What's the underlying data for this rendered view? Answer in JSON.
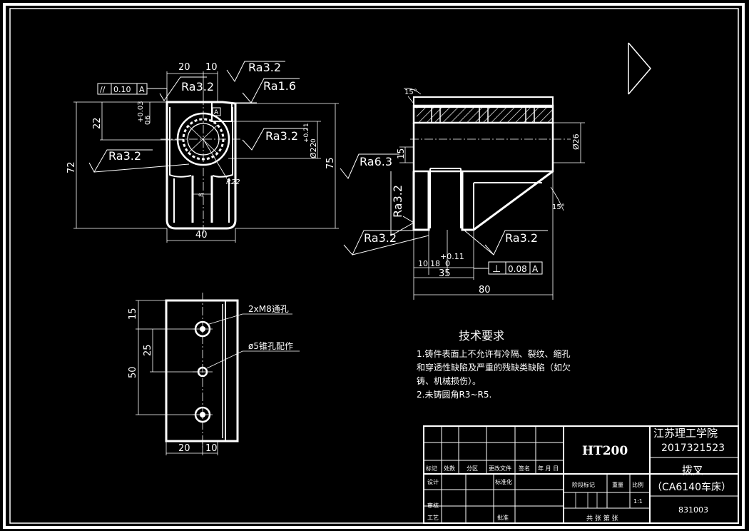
{
  "front_view": {
    "dim_top_20": "20",
    "dim_top_10": "10",
    "dim_72": "72",
    "dim_22": "22",
    "dim_tol_plus": "+0.03",
    "dim_tol_zero": "0",
    "dim_tol_6": "6",
    "dim_bore": "Ø22",
    "dim_bore_tol": "+0.21",
    "dim_bore_tol0": "0",
    "dim_75": "75",
    "dim_40": "40",
    "dim_8": "8",
    "dim_r22": "R22",
    "datum_a": "A",
    "tol_frame_sym": "//",
    "tol_frame_val": "0.10",
    "tol_frame_ref": "A",
    "ra_top_left": "Ra3.2",
    "ra_top": "Ra3.2",
    "ra_bore": "Ra1.6",
    "ra_right": "Ra3.2",
    "ra_left": "Ra3.2"
  },
  "side_view": {
    "angle_top": "15°",
    "angle_bottom": "15°",
    "dim_26": "Ø26",
    "dim_15": "15",
    "ra_left": "Ra6.3",
    "ra_vertical": "Ra3.2",
    "ra_bottom_left": "Ra3.2",
    "ra_bottom_right": "Ra3.2",
    "dim_10": "10",
    "dim_18": "18",
    "dim_tol": "+0.11",
    "dim_tol0": "0",
    "dim_35": "35",
    "dim_80": "80",
    "perp_sym": "⊥",
    "perp_val": "0.08",
    "perp_ref": "A"
  },
  "top_view": {
    "dim_15": "15",
    "dim_25": "25",
    "dim_50": "50",
    "dim_20": "20",
    "dim_10": "10",
    "note_holes": "2xM8通孔",
    "note_pin": "ø5锥孔配作"
  },
  "tech_requirements": {
    "title": "技术要求",
    "line1": "1.铸件表面上不允许有冷隔、裂纹、缩孔",
    "line2": "和穿透性缺陷及严重的残缺类缺陷（如欠",
    "line3": "铸、机械损伤）。",
    "line4": "2.未铸圆角R3~R5."
  },
  "title_block": {
    "material": "HT200",
    "school": "江苏理工学院",
    "student_id": "2017321523",
    "part_name": "拨叉",
    "part_sub": "（CA6140车床）",
    "drawing_no": "831003",
    "scale": "1:1",
    "h_biaoji": "标记",
    "h_chushu": "处数",
    "h_fenqu": "分区",
    "h_gengai": "更改文件",
    "h_qianming": "签名",
    "h_nianyueri": "年 月 日",
    "h_sheji": "设计",
    "h_biaozhunhua": "标准化",
    "h_jieduan": "阶段标记",
    "h_zhongliang": "重量",
    "h_bili": "比例",
    "h_shenhe": "审核",
    "h_gongyi": "工艺",
    "h_pizhun": "批准",
    "h_gongzhang": "共 张 第 张"
  }
}
